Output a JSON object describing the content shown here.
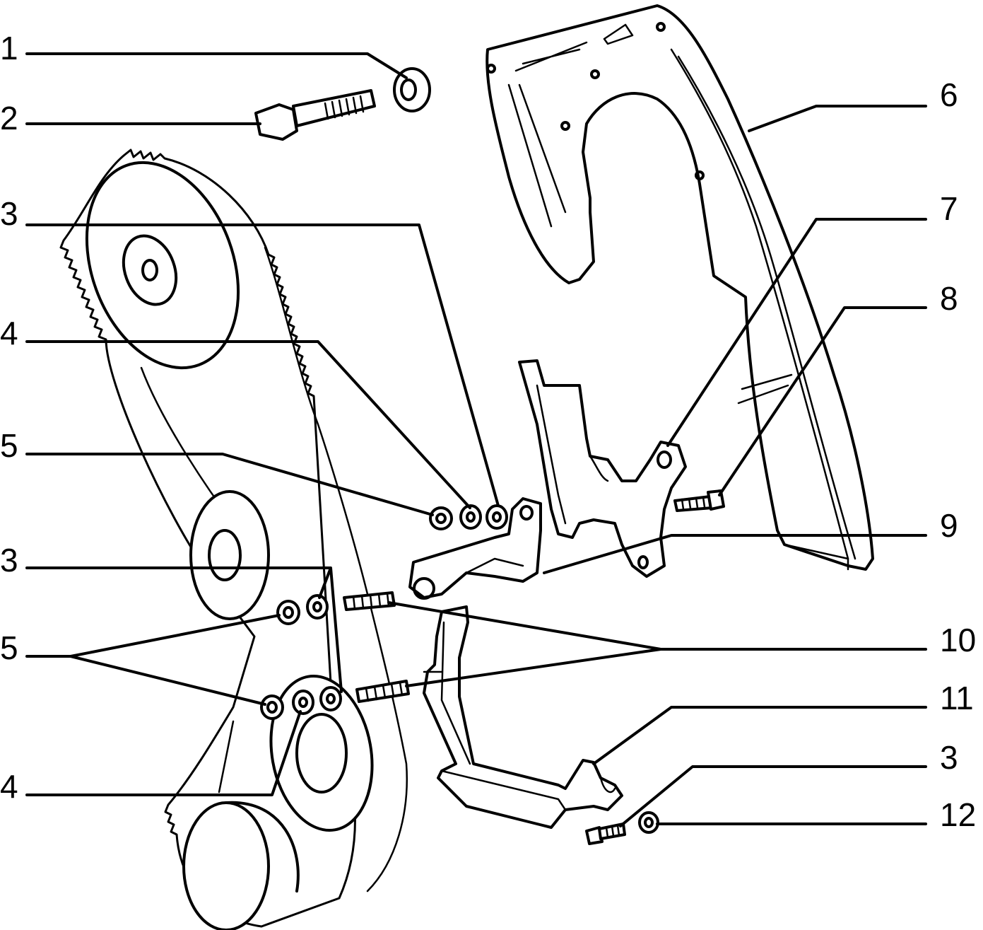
{
  "callouts": {
    "c1": "1",
    "c2": "2",
    "c3a": "3",
    "c4a": "4",
    "c5a": "5",
    "c3b": "3",
    "c5b": "5",
    "c4b": "4",
    "c6": "6",
    "c7": "7",
    "c8": "8",
    "c9": "9",
    "c10": "10",
    "c11": "11",
    "c3c": "3",
    "c12": "12"
  }
}
